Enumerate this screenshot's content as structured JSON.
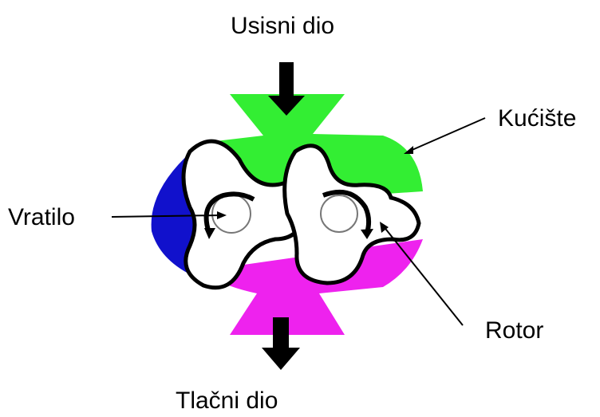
{
  "labels": {
    "intake": "Usisni dio",
    "housing": "Kućište",
    "shaft": "Vratilo",
    "rotor": "Rotor",
    "outlet": "Tlačni dio"
  },
  "colors": {
    "intake_region": "#33ee33",
    "outlet_region": "#ee22ee",
    "left_side_region": "#1111cc",
    "rotor_fill": "#ffffff",
    "outline": "#000000"
  }
}
